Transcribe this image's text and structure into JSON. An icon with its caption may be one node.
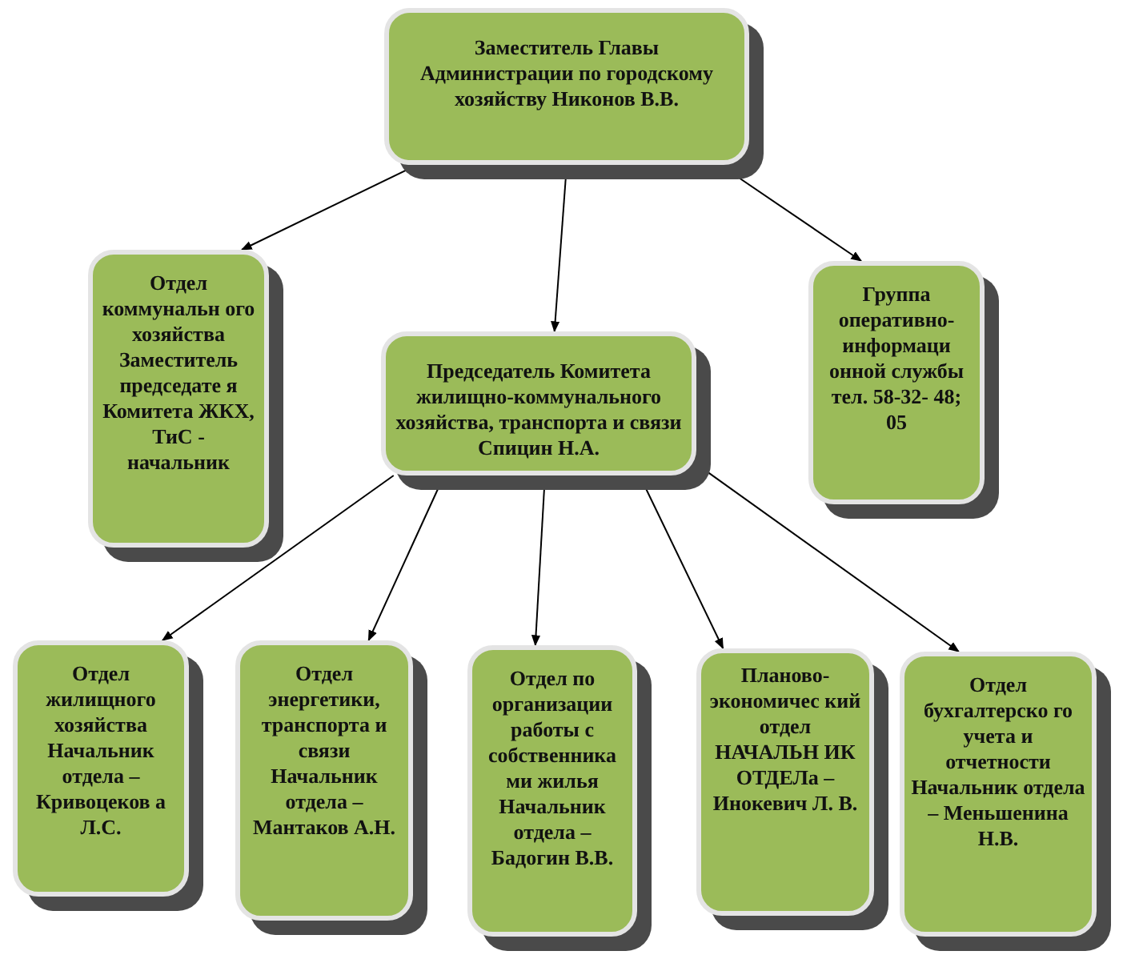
{
  "diagram": {
    "nodes": [
      {
        "text": [
          "Заместитель Главы Администрации по городскому хозяйству Никонов В.В."
        ]
      },
      {
        "text": [
          "Отдел коммунальн ого хозяйства Заместитель председате я Комитета ЖКХ, ТиС - начальник"
        ]
      },
      {
        "text": [
          "Председатель Комитета жилищно-коммунального хозяйства, транспорта и связи Спицин Н.А."
        ]
      },
      {
        "text": [
          "Группа оперативно- информаци онной службы тел. 58-32- 48; 05"
        ]
      },
      {
        "text": [
          "Отдел жилищного хозяйства Начальник отдела – Кривоцеков а Л.С."
        ]
      },
      {
        "text": [
          "Отдел энергетики, транспорта и связи Начальник отдела – Мантаков А.Н."
        ]
      },
      {
        "text": [
          "Отдел по организации работы с собственника ми жилья Начальник отдела – Бадогин В.В."
        ]
      },
      {
        "text": [
          "Планово- экономичес кий отдел НАЧАЛЬН ИК ОТДЕЛа – Инокевич Л. В."
        ]
      },
      {
        "text": [
          "Отдел бухгалтерско го учета и отчетности Начальник отдела – Меньшенина Н.В."
        ]
      }
    ],
    "edges": [
      {
        "from": 0,
        "to": 1,
        "arrow": "to"
      },
      {
        "from": 0,
        "to": 2,
        "arrow": "to"
      },
      {
        "from": 0,
        "to": 3,
        "arrow": "to"
      },
      {
        "from": 2,
        "to": 4,
        "arrow": "to"
      },
      {
        "from": 2,
        "to": 5,
        "arrow": "to"
      },
      {
        "from": 2,
        "to": 6,
        "arrow": "to"
      },
      {
        "from": 2,
        "to": 7,
        "arrow": "to"
      },
      {
        "from": 2,
        "to": 8,
        "arrow": "to"
      }
    ]
  }
}
